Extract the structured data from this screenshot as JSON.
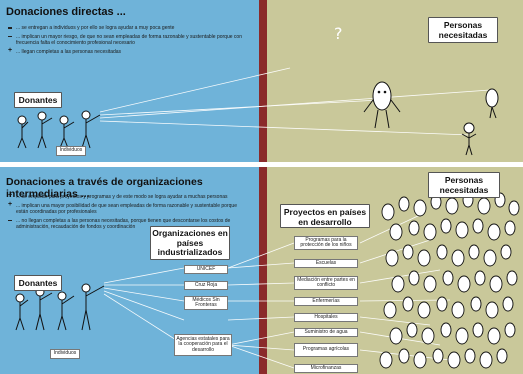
{
  "top": {
    "title": "Donaciones directas ...",
    "bullets": [
      {
        "marker": "minus",
        "text": "... se entregan a individuos y por ello se logra ayudar a muy poca gente"
      },
      {
        "marker": "minus",
        "text": "... implican un mayor riesgo, de que no sean empleadas de forma razonable y sustentable porque con frecuencia falta el conocimiento profesional necesario"
      },
      {
        "marker": "plus",
        "text": "... llegan completas a las personas necesitadas"
      }
    ],
    "donors_label": "Donantes",
    "individuals_label": "Individuos",
    "needy_label": "Personas necesitadas",
    "question_mark": "?"
  },
  "bottom": {
    "title": "Donaciones a través de organizaciones intermediarias ...",
    "bullets": [
      {
        "marker": "plus",
        "text": "... se emplean para proyectos y programas y de este modo se logra ayudar a muchas personas"
      },
      {
        "marker": "plus",
        "text": "... implican una mayor posibilidad de que sean empleadas de forma razonable y sustentable porque están coordinadas por profesionales"
      },
      {
        "marker": "minus",
        "text": "... no llegan completas a las personas necesitadas, porque tienen que descontarse los costos de administración, recaudación de fondos y coordinación"
      }
    ],
    "donors_label": "Donantes",
    "individuals_label": "Individuos",
    "orgs_title": "Organizaciones en países industrializados",
    "orgs": [
      "UNICEF",
      "Cruz Roja",
      "Médicos Sin Fronteras",
      "Agencias estatales para la cooperación para el desarrollo"
    ],
    "projects_title": "Proyectos en países en desarrollo",
    "projects": [
      "Programas para la protección de los niños",
      "Escuelas",
      "Mediación entre partes en conflicto",
      "Enfermerías",
      "Hospitales",
      "Suministro de agua",
      "Programas agrícolas",
      "Microfinanzas"
    ],
    "needy_label": "Personas necesitadas"
  }
}
